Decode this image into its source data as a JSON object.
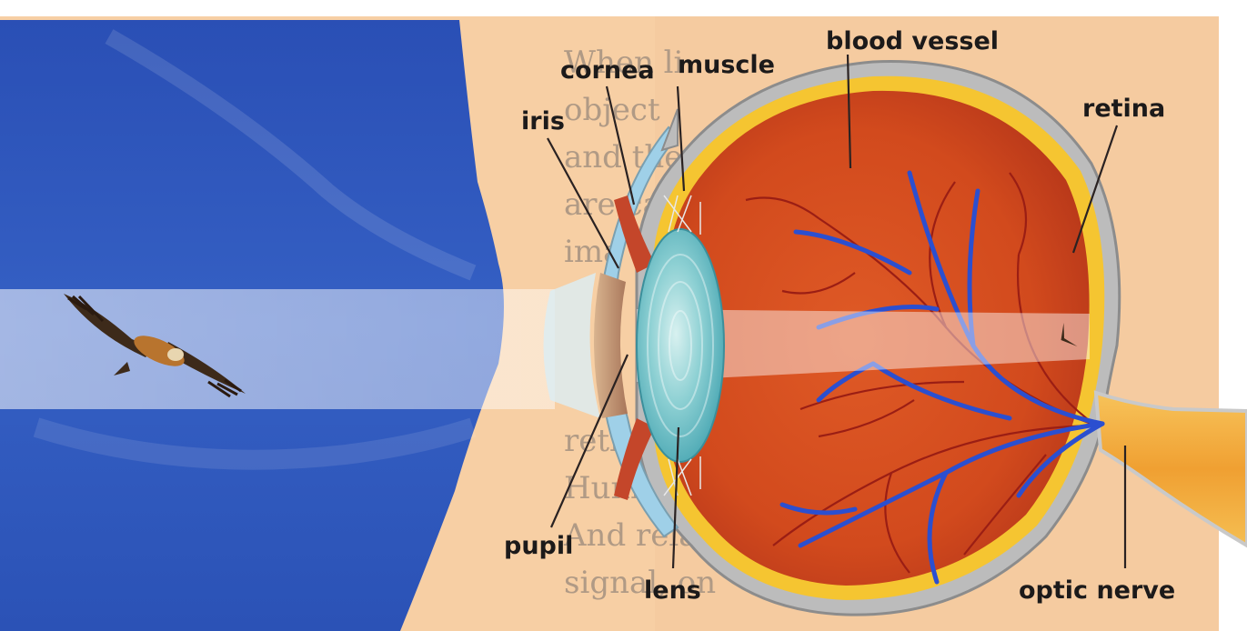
{
  "labels": {
    "cornea": "cornea",
    "muscle": "muscle",
    "blood_vessel": "blood vessel",
    "iris": "iris",
    "retina": "retina",
    "pupil": "pupil",
    "lens": "lens",
    "optic_nerve": "optic nerve"
  },
  "background_text_lines": [
    "When li",
    "object",
    "and the",
    "are ca",
    "ima",
    "",
    "",
    "",
    "retin",
    "Human ca",
    "And relay",
    "signal, on"
  ],
  "colors": {
    "sky": "#2f55b8",
    "page": "#f7cfa4",
    "eyeball_interior": "#d64d1f",
    "blood_vessel_blue": "#2b4fd0",
    "blood_vessel_red": "#9b1e14",
    "retina_yellow": "#f5c531",
    "sclera": "#c9c9c9",
    "optic_nerve": "#f2a63b",
    "lens": "#7fc8cf"
  }
}
